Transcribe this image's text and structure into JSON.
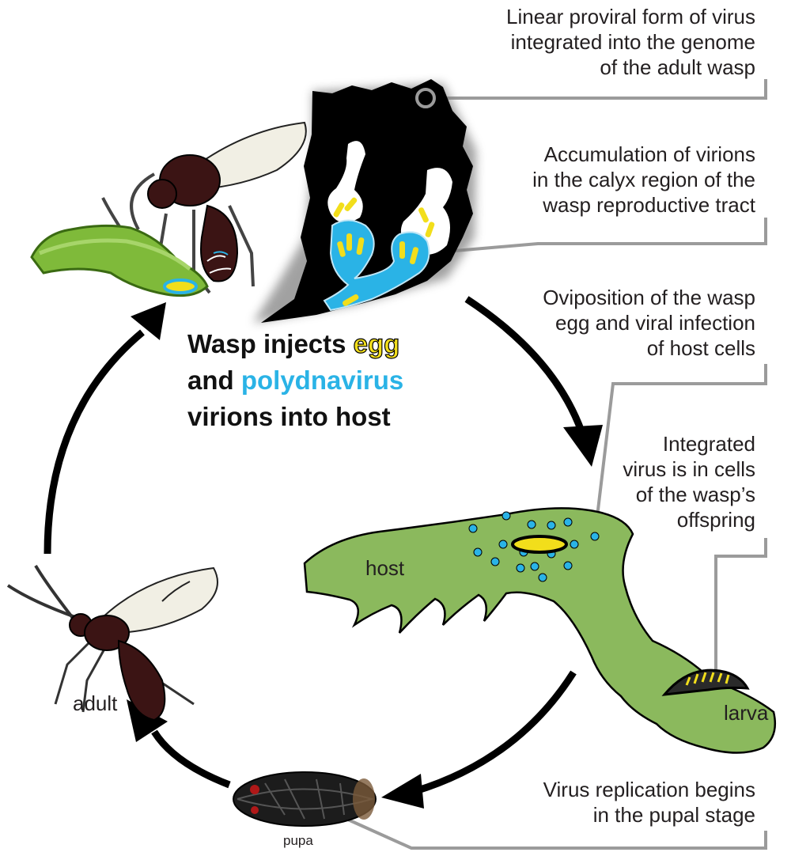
{
  "headline": {
    "line1_prefix": "Wasp injects ",
    "line1_egg": "egg",
    "line2_prefix": "and ",
    "line2_virus": "polydnavirus",
    "line3": "virions into host"
  },
  "annotations": {
    "provirus": [
      "Linear proviral form of virus",
      "integrated into the genome",
      "of the adult wasp"
    ],
    "calyx": [
      "Accumulation of virions",
      "in the calyx region of the",
      "wasp reproductive tract"
    ],
    "oviposition": [
      "Oviposition of the wasp",
      "egg and viral infection",
      "of host cells"
    ],
    "offspring": [
      "Integrated",
      "virus is in cells",
      "of the wasp’s",
      "offspring"
    ],
    "pupal": [
      "Virus replication begins",
      "in the pupal stage"
    ]
  },
  "labels": {
    "host": "host",
    "larva": "larva",
    "adult": "adult",
    "pupa": "pupa"
  },
  "colors": {
    "egg_yellow": "#f2de1b",
    "virus_blue": "#2ab3e6",
    "host_green": "#8bb95d",
    "wasp_brown": "#3b1414",
    "tract_black": "#000000",
    "leader_gray": "#9b9b9b"
  }
}
